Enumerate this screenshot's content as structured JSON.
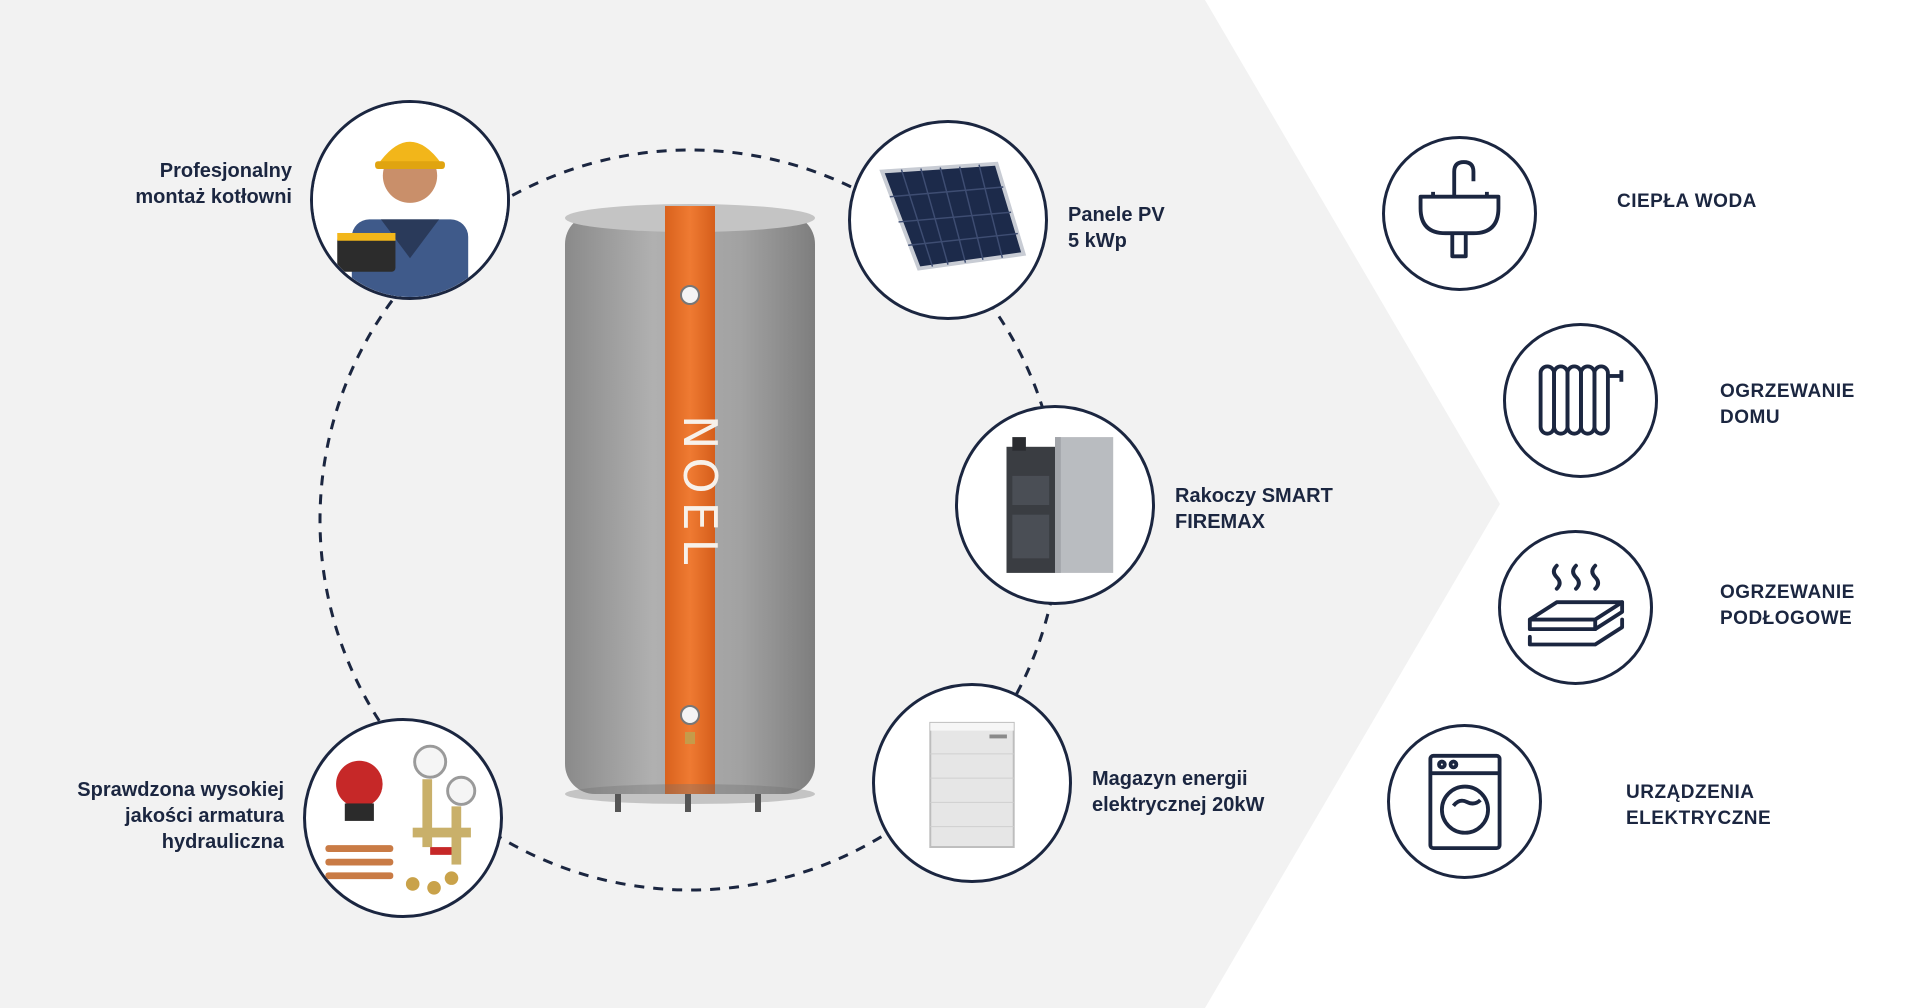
{
  "colors": {
    "panel_bg": "#f2f2f2",
    "navy": "#1b2640",
    "tank_grey": "#9e9e9e",
    "tank_orange": "#e8702a"
  },
  "tank": {
    "brand": "NOEL"
  },
  "components": [
    {
      "id": "installer",
      "icon": "installer-icon",
      "lines": [
        "Profesjonalny",
        "montaż kotłowni"
      ]
    },
    {
      "id": "pv",
      "icon": "solar-panel-icon",
      "lines": [
        "Panele PV",
        "5 kWp"
      ]
    },
    {
      "id": "boiler",
      "icon": "boiler-icon",
      "lines": [
        "Rakoczy SMART",
        "FIREMAX"
      ]
    },
    {
      "id": "battery",
      "icon": "battery-storage-icon",
      "lines": [
        "Magazyn energii",
        "elektrycznej 20kW"
      ]
    },
    {
      "id": "fittings",
      "icon": "hydraulic-fittings-icon",
      "lines": [
        "Sprawdzona wysokiej",
        "jakości armatura",
        "hydrauliczna"
      ]
    }
  ],
  "uses": [
    {
      "id": "hot-water",
      "icon": "sink-faucet-icon",
      "lines": [
        "CIEPŁA WODA"
      ]
    },
    {
      "id": "home-heating",
      "icon": "radiator-icon",
      "lines": [
        "OGRZEWANIE",
        "DOMU"
      ]
    },
    {
      "id": "floor-heating",
      "icon": "floor-heating-icon",
      "lines": [
        "OGRZEWANIE",
        "PODŁOGOWE"
      ]
    },
    {
      "id": "appliances",
      "icon": "washing-machine-icon",
      "lines": [
        "URZĄDZENIA",
        "ELEKTRYCZNE"
      ]
    }
  ]
}
